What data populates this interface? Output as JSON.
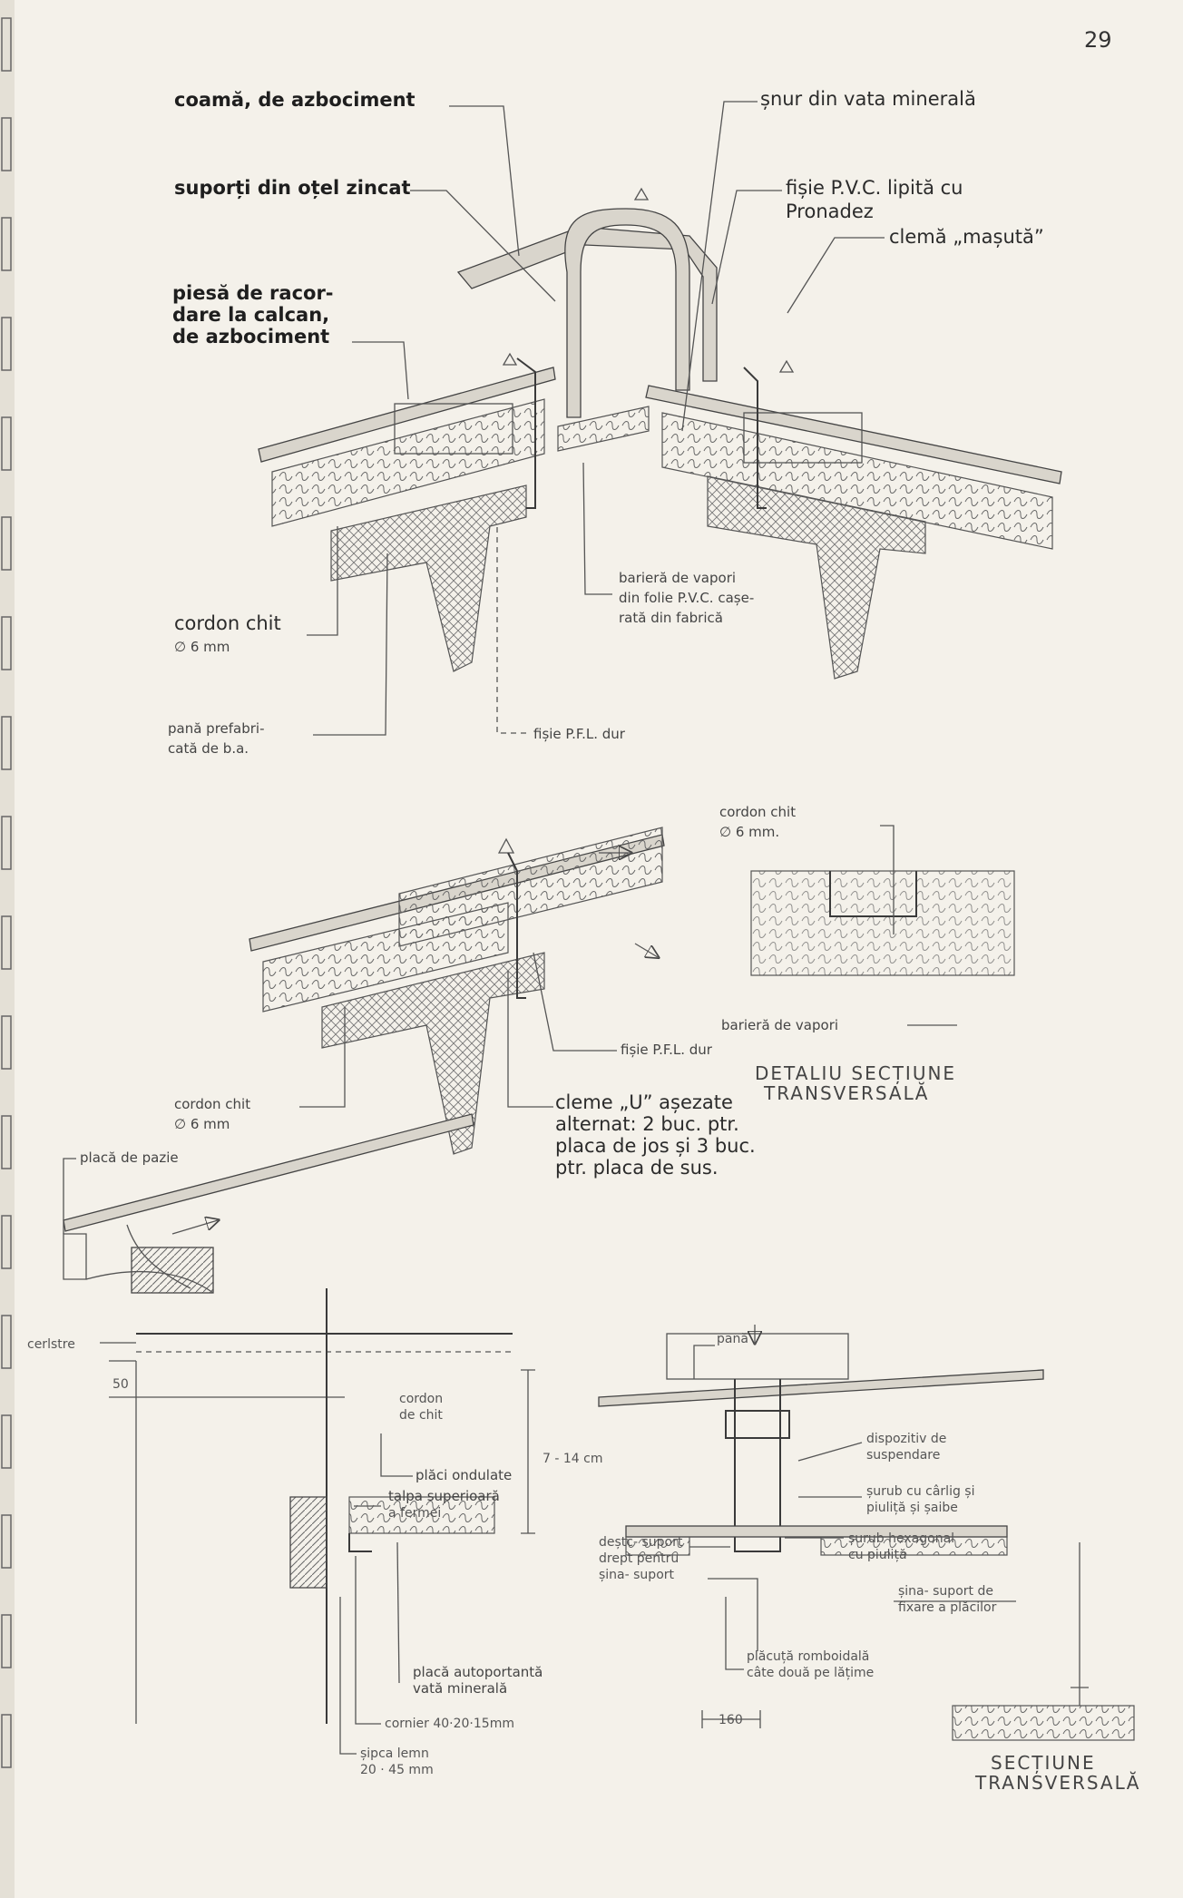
{
  "page_number": "29",
  "detail1": {
    "labels": {
      "coama": "coamă, de azbociment",
      "suporti": "suporți din oțel zincat",
      "piesa": [
        "piesă de racor-",
        "dare la calcan,",
        "de azbociment"
      ],
      "snur": "șnur din vata minerală",
      "fisie_pvc": [
        "fișie P.V.C. lipită cu",
        "Pronadez"
      ],
      "clema": "clemă „mașută”",
      "bariera": [
        "barieră de vapori",
        "din folie P.V.C. cașe-",
        "rată din fabrică"
      ],
      "cordon": [
        "cordon chit",
        "∅ 6 mm"
      ],
      "pana": [
        "pană prefabri-",
        "cată de b.a."
      ],
      "fisie_pfl": "fișie P.F.L. dur"
    }
  },
  "detail2": {
    "labels": {
      "cordon_chit": [
        "cordon chit",
        "∅ 6 mm."
      ],
      "bariera": "barieră de vapori",
      "fisie_pfl": "fișie P.F.L. dur",
      "cordon_left": [
        "cordon chit",
        "∅ 6 mm"
      ],
      "cleme": [
        "cleme „U” așezate",
        "alternat: 2 buc. ptr.",
        "placa de jos și 3 buc.",
        "ptr. placa de sus."
      ],
      "detaliu_title": [
        "DETALIU SECȚIUNE",
        "TRANSVERSALĂ"
      ]
    }
  },
  "detail3": {
    "labels": {
      "placa_pazie": "placă de pazie",
      "cosoroaba": "cerlstre",
      "placi_ondulate": "plăci ondulate",
      "talpa": [
        "talpa superioară",
        "a fermei"
      ],
      "cordon": [
        "cordon",
        "de chit"
      ],
      "dim_50": "50",
      "dim_h": "7 - 14 cm",
      "placa_auto": [
        "placă autoportantă",
        "vată minerală"
      ],
      "cornier": "cornier 40·20·15mm",
      "sipca": [
        "șipca lemn",
        "20 · 45 mm"
      ]
    }
  },
  "detail4": {
    "labels": {
      "pana": "pană",
      "dispozitiv": [
        "dispozitiv de",
        "suspendare"
      ],
      "surub_cap": [
        "șurub cu cârlig și",
        "piuliță și șaibe"
      ],
      "surub_hex": [
        "șurub hexagonal",
        "cu piuliță"
      ],
      "deste": [
        "deștc- suport",
        "drept pentru",
        "șina- suport"
      ],
      "sina": [
        "șina- suport de",
        "fixare a plăcilor"
      ],
      "placuta": [
        "plăcuță romboidală",
        "câte două pe lățime"
      ],
      "dim_160": "160",
      "sectiune_title": [
        "SECȚIUNE",
        "TRANSVERSALĂ"
      ]
    }
  }
}
